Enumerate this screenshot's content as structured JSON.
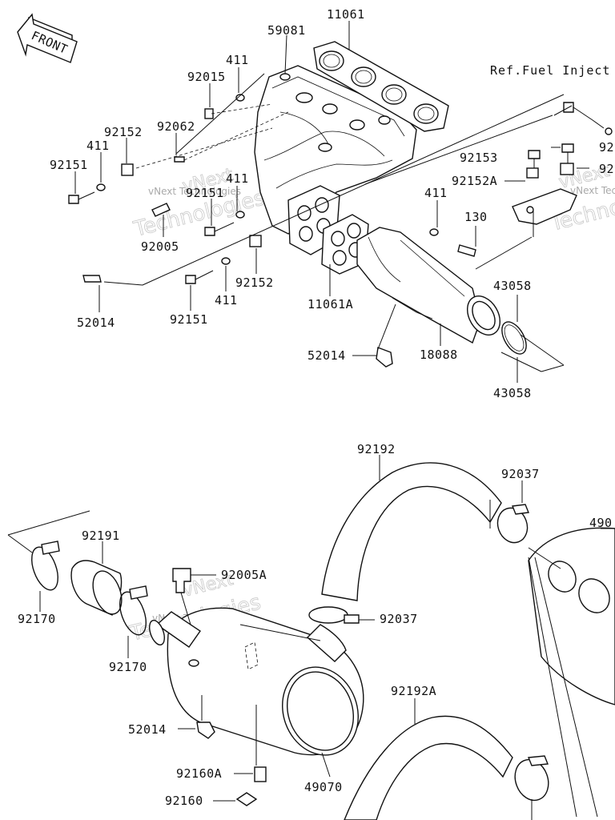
{
  "front_badge": "FRONT",
  "reference": "Ref.Fuel Inject",
  "watermark": {
    "line1": "vNext",
    "line2": "Technologies",
    "small": "vNext Technologies"
  },
  "labels": {
    "p11061": "11061",
    "p59081": "59081",
    "p411_a": "411",
    "p92015": "92015",
    "p92062": "92062",
    "p92152_a": "92152",
    "p411_b": "411",
    "p92151_a": "92151",
    "p411_c": "411",
    "p92151_b": "92151",
    "p92005": "92005",
    "p52014_a": "52014",
    "p92151_c": "92151",
    "p411_d": "411",
    "p92152_b": "92152",
    "p11061A": "11061A",
    "p411_e": "411",
    "p130": "130",
    "p92153": "92153",
    "p92152A": "92152A",
    "p92_a": "92",
    "p92_b": "92",
    "p43058_a": "43058",
    "p18088": "18088",
    "p52014_b": "52014",
    "p43058_b": "43058",
    "p92192": "92192",
    "p92037_a": "92037",
    "p490": "490",
    "p92191": "92191",
    "p92170_a": "92170",
    "p92005A": "92005A",
    "p92037_b": "92037",
    "p92170_b": "92170",
    "p92192A": "92192A",
    "p52014_c": "52014",
    "p92160A": "92160A",
    "p49070": "49070",
    "p92160": "92160"
  }
}
